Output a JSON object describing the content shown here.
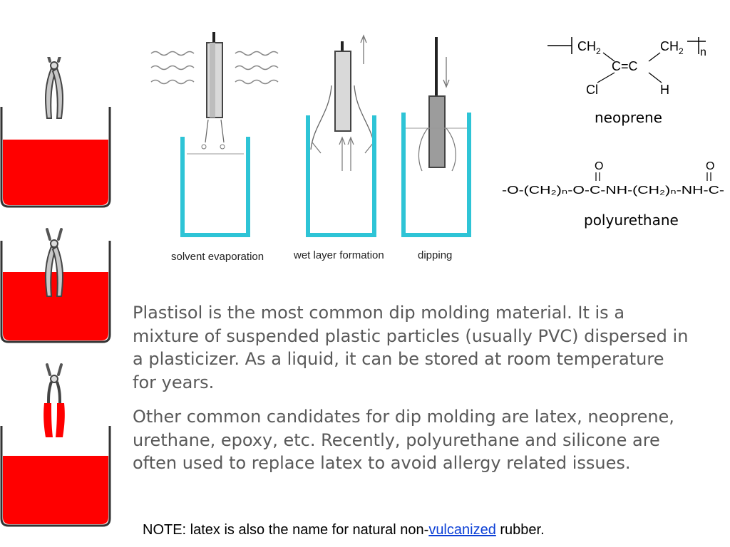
{
  "diagram": {
    "labels": [
      "solvent evaporation",
      "wet layer formation",
      "dipping"
    ]
  },
  "chemistry": {
    "neoprene": {
      "name": "neoprene",
      "formula_top_left": "CH",
      "formula_top_left_sub": "2",
      "formula_top_right": "CH",
      "formula_top_right_sub": "2",
      "formula_middle": "C=C",
      "formula_cl": "Cl",
      "formula_h": "H",
      "formula_n": "n"
    },
    "polyurethane": {
      "name": "polyurethane",
      "chain": "-O-(CH₂)ₙ-O-C-NH-(CH₂)ₙ-NH-C-",
      "carbonyl": "O"
    }
  },
  "body": {
    "paragraph1": "Plastisol is the most common dip molding material. It is a mixture of suspended plastic particles (usually PVC) dispersed in a plasticizer. As a liquid, it can be stored at room temperature for years.",
    "paragraph2": "Other common candidates for dip molding are latex, neoprene, urethane, epoxy, etc. Recently, polyurethane and silicone are often used to replace latex to avoid allergy related issues."
  },
  "note": {
    "prefix": "NOTE: latex is also the name for natural non-",
    "link": "vulcanized",
    "suffix": " rubber."
  },
  "colors": {
    "dip_red": "#ff0000",
    "beaker_cyan": "#2ec4d6",
    "text_gray": "#595959",
    "link_blue": "#0b3fd6"
  }
}
